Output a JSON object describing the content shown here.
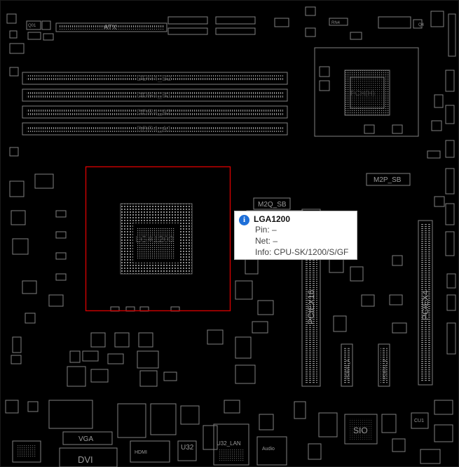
{
  "labels": {
    "q01": "Q01",
    "atx": "ATX",
    "rn4": "RN4",
    "q4": "Q4",
    "ddr4_b2": "DDR4_B2",
    "ddr4_b1": "DDR4_B1",
    "ddr4_a2": "DDR4_A2",
    "ddr4_a1": "DDR4_A1",
    "pch": "PCH(H)",
    "lga": "LGA1200",
    "m2p_sb": "M2P_SB",
    "m2q_sb": "M2Q_SB",
    "pciex16": "PCIEX16",
    "pciex4": "PCIEX4",
    "pciex1_1": "PCIEX1_1",
    "pciex1_2": "PCIEX1_2",
    "sio": "SIO",
    "cu1": "CU1",
    "vga": "VGA",
    "dvi": "DVI",
    "u32": "U32",
    "u32_lan": "U32_LAN",
    "audio": "Audio",
    "hdmi": "HDMI"
  },
  "tooltip": {
    "title": "LGA1200",
    "pin": "Pin: –",
    "net": "Net: –",
    "info": "Info: CPU-SK/1200/S/GF"
  },
  "colors": {
    "background": "#000000",
    "outline": "#7f7f7f",
    "highlight": "#d00000",
    "tooltip_icon": "#1e6fd9"
  }
}
